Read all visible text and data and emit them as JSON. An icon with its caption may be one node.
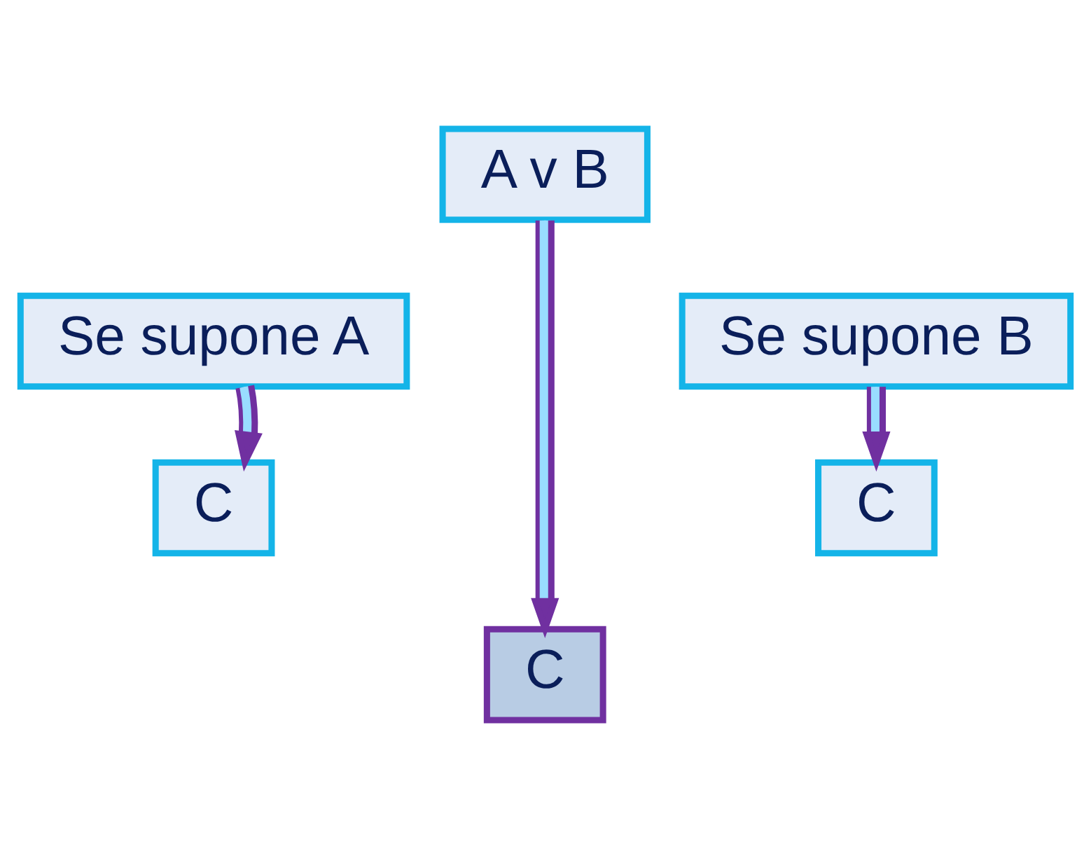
{
  "diagram": {
    "nodes": [
      {
        "text": [
          "A v B"
        ]
      },
      {
        "text": [
          "Se supone A"
        ]
      },
      {
        "text": [
          "Se supone B"
        ]
      },
      {
        "text": [
          "C"
        ]
      },
      {
        "text": [
          "C"
        ]
      },
      {
        "text": [
          "C"
        ]
      }
    ],
    "edges": [
      {
        "from": 1,
        "to": 3,
        "arrow": "to"
      },
      {
        "from": 0,
        "to": 5,
        "arrow": "to"
      },
      {
        "from": 2,
        "to": 4,
        "arrow": "to"
      }
    ]
  }
}
